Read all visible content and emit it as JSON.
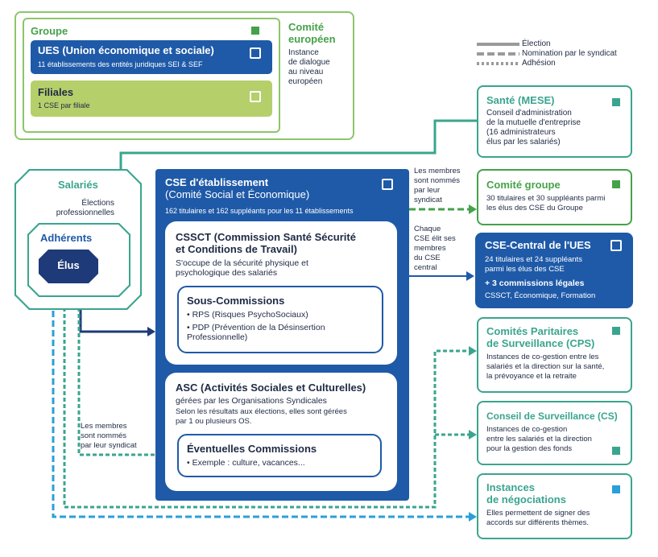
{
  "groupe": {
    "title": "Groupe",
    "ues_title": "UES (Union économique et sociale)",
    "ues_sub": "11 établissements des entités juridiques SEI & SEF",
    "filiales_title": "Filiales",
    "filiales_sub": "1 CSE par filiale",
    "comite_title": "Comité\neuropéen",
    "comite_desc": "Instance\nde dialogue\nau niveau\neuropéen"
  },
  "legend": {
    "election": "Élection",
    "nomination": "Nomination par le syndicat",
    "adhesion": "Adhésion"
  },
  "left": {
    "salaries": "Salariés",
    "elections": "Élections\nprofessionnelles",
    "adherents": "Adhérents",
    "elus": "Élus"
  },
  "cse": {
    "title": "CSE d'établissement\n(Comité Social et Économique)",
    "sub": "162 titulaires et 162 suppléants pour les 11 établissements",
    "cssct_title": "CSSCT (Commission Santé Sécurité\net Conditions de Travail)",
    "cssct_desc": "S'occupe de la sécurité physique et\npsychologique des salariés",
    "sous_title": "Sous-Commissions",
    "sous_items": [
      "• RPS (Risques PsychoSociaux)",
      "• PDP (Prévention de la Désinsertion\n  Professionnelle)"
    ],
    "asc_title": "ASC (Activités Sociales et Culturelles)",
    "asc_sub": "gérées par les Organisations Syndicales",
    "asc_desc": "Selon les résultats aux élections, elles sont gérées\npar 1 ou plusieurs OS.",
    "ev_title": "Éventuelles Commissions",
    "ev_desc": "• Exemple : culture, vacances..."
  },
  "notes": {
    "membres_syndicat": "Les membres\nsont nommés\npar leur\nsyndicat",
    "chaque_cse": "Chaque\nCSE élit ses\nmembres\ndu CSE\ncentral",
    "membres_left": "Les membres\nsont nommés\npar leur syndicat"
  },
  "right": {
    "sante_title": "Santé (MESE)",
    "sante_desc": "Conseil d'administration\nde la mutuelle d'entreprise\n(16 administrateurs\nélus par les salariés)",
    "cg_title": "Comité groupe",
    "cg_desc": "30 titulaires et 30 suppléants parmi\nles élus des CSE du Groupe",
    "cc_title": "CSE-Central de l'UES",
    "cc_desc": "24 titulaires et 24 suppléants\nparmi les élus des CSE",
    "cc_plus": "+ 3 commissions légales",
    "cc_list": "CSSCT, Économique, Formation",
    "cps_title": "Comités Paritaires\nde Surveillance (CPS)",
    "cps_desc": "Instances de co-gestion entre les\nsalariés et la direction sur la santé,\nla prévoyance et la retraite",
    "cs_title": "Conseil de Surveillance (CS)",
    "cs_desc": "Instances de co-gestion\nentre les salariés et la direction\npour la gestion des fonds",
    "neg_title": "Instances\nde négociations",
    "neg_desc": "Elles permettent de signer des\naccords sur différents thèmes."
  },
  "colors": {
    "navy": "#1f5aa8",
    "teal": "#3aa58e",
    "green": "#45a24a",
    "light_green": "#b5cf6b",
    "dark_navy": "#1e3a78"
  }
}
